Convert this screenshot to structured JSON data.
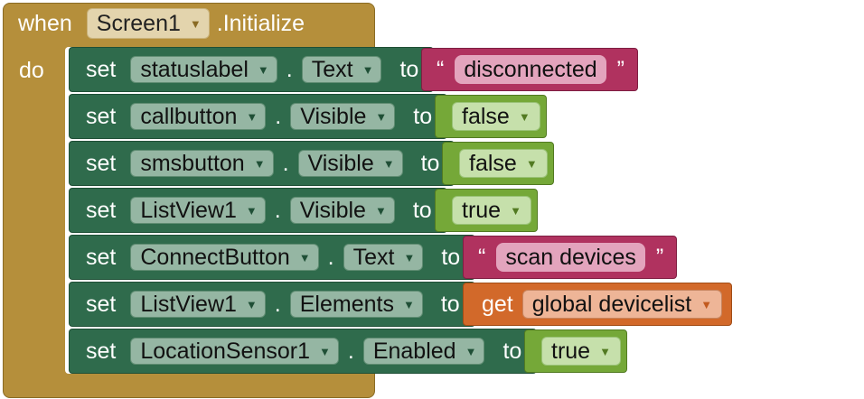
{
  "event": {
    "when": "when",
    "component": "Screen1",
    "event_name": ".Initialize",
    "do": "do"
  },
  "dropdown_arrow": "▼",
  "set_word": "set",
  "to_word": "to",
  "dot": ".",
  "open_quote": "“",
  "close_quote": "”",
  "get_word": "get",
  "statements": [
    {
      "component": "statuslabel",
      "property": "Text",
      "value_type": "text",
      "value": "disconnected"
    },
    {
      "component": "callbutton",
      "property": "Visible",
      "value_type": "boolean",
      "value": "false"
    },
    {
      "component": "smsbutton",
      "property": "Visible",
      "value_type": "boolean",
      "value": "false"
    },
    {
      "component": "ListView1",
      "property": "Visible",
      "value_type": "boolean",
      "value": "true"
    },
    {
      "component": "ConnectButton",
      "property": "Text",
      "value_type": "text",
      "value": "scan devices"
    },
    {
      "component": "ListView1",
      "property": "Elements",
      "value_type": "get",
      "value": "global devicelist"
    },
    {
      "component": "LocationSensor1",
      "property": "Enabled",
      "value_type": "boolean",
      "value": "true"
    }
  ],
  "colors": {
    "event_block": "#b58f3b",
    "setter_block": "#2f6b4c",
    "text_block": "#b0325f",
    "logic_block": "#75a838",
    "variable_block": "#d2692a"
  }
}
